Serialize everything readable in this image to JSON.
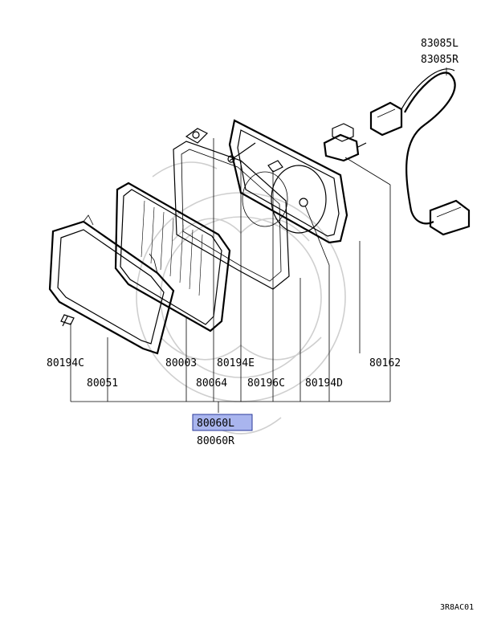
{
  "diagram": {
    "parts": {
      "p83085L": "83085L",
      "p83085R": "83085R",
      "p80194C": "80194C",
      "p80051": "80051",
      "p80003": "80003",
      "p80064": "80064",
      "p80194E": "80194E",
      "p80196C": "80196C",
      "p80194D": "80194D",
      "p80162": "80162",
      "p80060L": "80060L",
      "p80060R": "80060R"
    },
    "highlight_color": "#a9b5ee",
    "diagram_code": "3R8AC01"
  }
}
